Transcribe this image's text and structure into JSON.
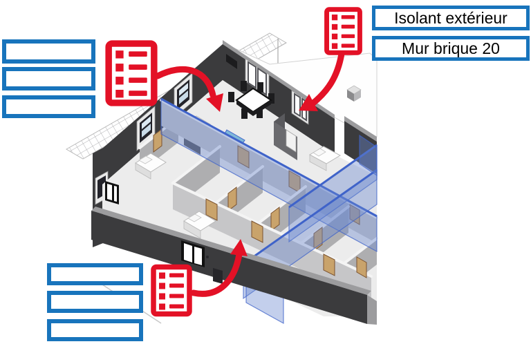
{
  "slide": {
    "labels": [
      {
        "id": "isolant_exterieur",
        "text": "Isolant extérieur"
      },
      {
        "id": "mur_brique",
        "text": "Mur brique 20"
      }
    ],
    "answer_boxes": {
      "top_left": [
        "",
        "",
        ""
      ],
      "bottom_left": [
        "",
        "",
        ""
      ]
    },
    "icons": [
      {
        "name": "wall-layers-list-icon-top-left"
      },
      {
        "name": "wall-layers-list-icon-top-right"
      },
      {
        "name": "wall-layers-list-icon-bottom"
      }
    ],
    "model": {
      "type": "3d-cutaway-floor-plan",
      "highlighted_walls": "blue translucent partitions",
      "furniture": [
        "dining-table-with-chairs",
        "sideboard",
        "sofa",
        "beds"
      ]
    },
    "colors": {
      "box_border_blue": "#1874BC",
      "annotation_red": "#E31126",
      "exterior_wall_dark": "#3B3B3D",
      "interior_wall_gray": "#C6C6C8",
      "highlight_wall_blue": "#5F7FD0",
      "door_tan": "#C9A36B",
      "floor_light": "#ECECEC"
    }
  }
}
